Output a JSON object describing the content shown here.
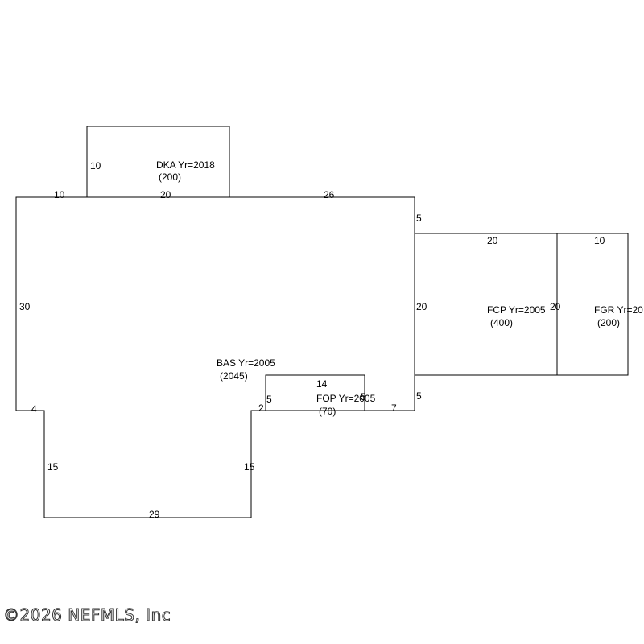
{
  "sections": {
    "bas": {
      "name": "BAS Yr=2005",
      "area": "(2045)"
    },
    "dka": {
      "name": "DKA Yr=2018",
      "area": "(200)"
    },
    "fcp": {
      "name": "FCP Yr=2005",
      "area": "(400)"
    },
    "fgr": {
      "name": "FGR Yr=20",
      "area": "(200)"
    },
    "fop": {
      "name": "FOP Yr=2005",
      "area": "(70)"
    }
  },
  "dimensions": {
    "bas_top_left": "10",
    "bas_top_mid": "20",
    "bas_top_right": "26",
    "bas_left": "30",
    "bas_step_left": "4",
    "bas_lower_left": "15",
    "bas_bottom": "29",
    "bas_lower_right": "15",
    "bas_step_right": "2",
    "bas_right_top": "5",
    "bas_right_mid": "20",
    "bas_right_bottom": "5",
    "bas_right_step": "7",
    "dka_side": "10",
    "fop_top": "14",
    "fop_left": "5",
    "fop_right": "5",
    "fcp_top": "20",
    "fcp_right": "20",
    "fgr_top": "10"
  },
  "copyright": "©2026 NEFMLS, Inc"
}
